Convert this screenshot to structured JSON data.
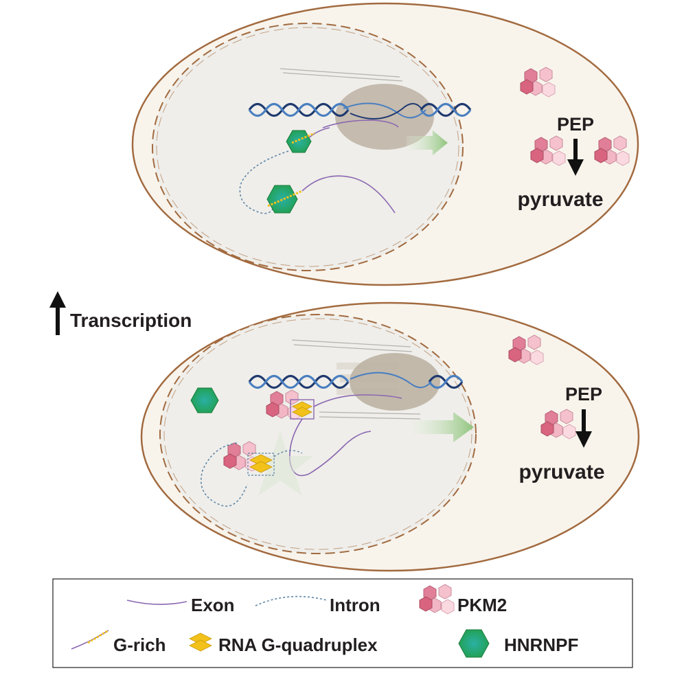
{
  "top_cell": {
    "pep": "PEP",
    "pyruvate": "pyruvate"
  },
  "bottom_cell": {
    "pep": "PEP",
    "pyruvate": "pyruvate"
  },
  "side_label": {
    "transcription": "Transcription"
  },
  "legend": {
    "exon": "Exon",
    "intron": "Intron",
    "pkm2": "PKM2",
    "g_rich": "G-rich",
    "g_quadruplex": "RNA G-quadruplex",
    "hnrnpf": "HNRNPF"
  },
  "colors": {
    "cell_outline": "#a26a3f",
    "cell_fill": "#f8f4ec",
    "nucleus_fill": "#f0efeb",
    "dna_dark": "#1f3a70",
    "dna_light": "#4a7fc0",
    "polymerase": "#bdb2a4",
    "exon": "#8a66b0",
    "intron": "#5f86a8",
    "hnrnpf": "#2f9e5a",
    "pkm2": "#e08aa0",
    "g_quadruplex": "#f2c21b",
    "arrow_green": "#9cca8c",
    "text": "#231f20"
  }
}
